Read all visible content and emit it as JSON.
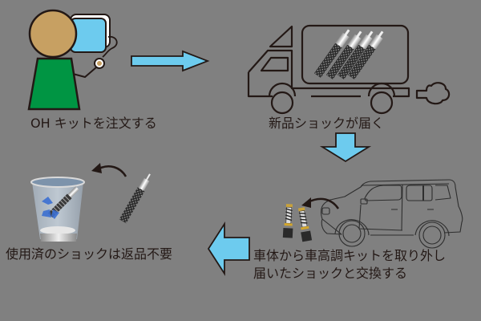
{
  "diagram": {
    "title": "OH kit shock exchange flow",
    "colors": {
      "background": "#808080",
      "arrow_fill": "#6DCBEE",
      "outline": "#231815",
      "person_head": "#C7A062",
      "person_body": "#009543",
      "phone_screen": "#6DCBEE"
    },
    "steps": [
      {
        "id": "order",
        "caption": "OH キットを注文する",
        "icon": "person-with-phone"
      },
      {
        "id": "delivery",
        "caption": "新品ショックが届く",
        "icon": "delivery-truck-with-shocks"
      },
      {
        "id": "exchange",
        "caption_lines": [
          "車体から車高調キットを取り外し",
          "届いたショックと交換する"
        ],
        "icon": "car-with-coilovers"
      },
      {
        "id": "dispose",
        "caption": "使用済のショックは返品不要",
        "icon": "recycle-bin-with-shock"
      }
    ],
    "flow_arrows": [
      {
        "from": "order",
        "to": "delivery",
        "direction": "right"
      },
      {
        "from": "delivery",
        "to": "exchange",
        "direction": "down"
      },
      {
        "from": "exchange",
        "to": "dispose",
        "direction": "left"
      }
    ]
  }
}
